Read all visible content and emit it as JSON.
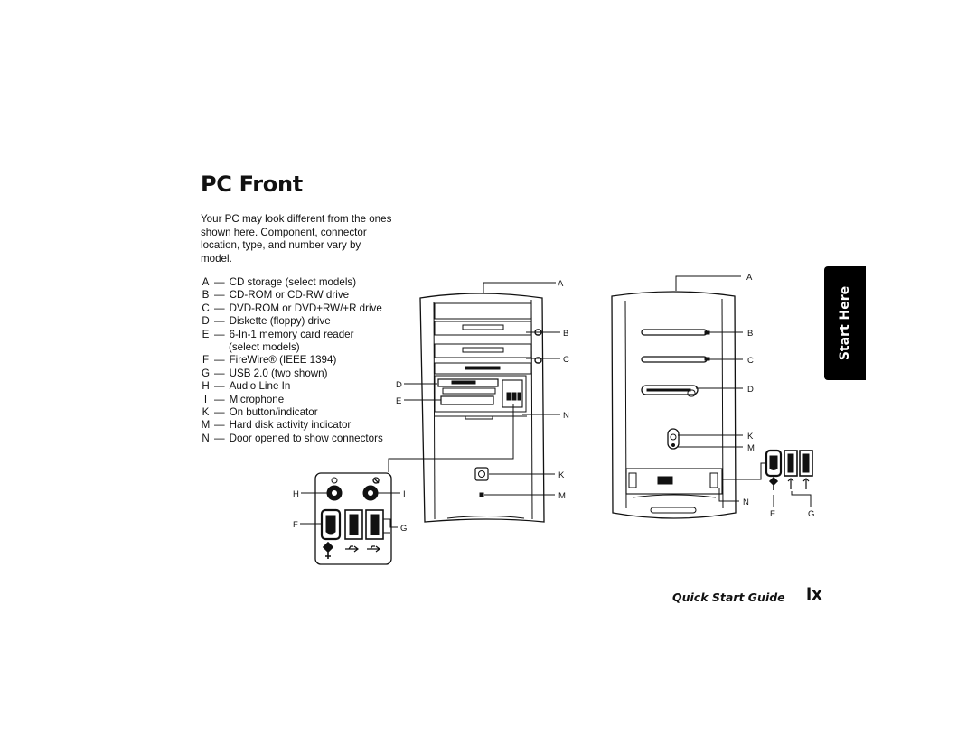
{
  "page": {
    "title": "PC Front",
    "intro": "Your PC may look different from the ones shown here. Component, connector location, type, and number vary by model.",
    "side_tab": "Start Here",
    "footer_guide": "Quick Start Guide",
    "footer_page": "ix"
  },
  "legend": [
    {
      "key": "A",
      "text": "CD storage (select models)"
    },
    {
      "key": "B",
      "text": "CD-ROM or CD-RW drive"
    },
    {
      "key": "C",
      "text": "DVD-ROM or DVD+RW/+R drive"
    },
    {
      "key": "D",
      "text": "Diskette (floppy) drive"
    },
    {
      "key": "E",
      "text": "6-In-1 memory card reader",
      "continuation": "(select models)"
    },
    {
      "key": "F",
      "text": "FireWire® (IEEE 1394)"
    },
    {
      "key": "G",
      "text": "USB 2.0 (two shown)"
    },
    {
      "key": "H",
      "text": "Audio Line In"
    },
    {
      "key": "I",
      "text": "Microphone"
    },
    {
      "key": "K",
      "text": "On button/indicator"
    },
    {
      "key": "M",
      "text": "Hard disk activity indicator"
    },
    {
      "key": "N",
      "text": "Door opened to show connectors"
    }
  ],
  "callouts": {
    "pc1": {
      "A": "A",
      "B": "B",
      "C": "C",
      "D": "D",
      "E": "E",
      "N": "N",
      "K": "K",
      "M": "M"
    },
    "panel": {
      "H": "H",
      "I": "I",
      "F": "F",
      "G": "G"
    },
    "pc2": {
      "A": "A",
      "B": "B",
      "C": "C",
      "D": "D",
      "K": "K",
      "M": "M",
      "N": "N",
      "F": "F",
      "G": "G"
    }
  }
}
